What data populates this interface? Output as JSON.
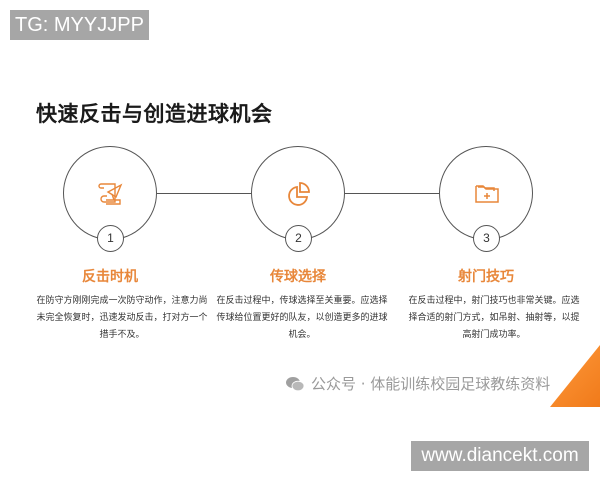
{
  "overlay": {
    "top_tag": "TG: MYYJJPP",
    "bottom_tag": "www.diancekt.com"
  },
  "page": {
    "title": "快速反击与创造进球机会"
  },
  "steps": [
    {
      "number": "1",
      "icon": "scroll-paper-plane-icon",
      "title": "反击时机",
      "desc": "在防守方刚刚完成一次防守动作，注意力尚未完全恢复时，迅速发动反击，打对方一个措手不及。"
    },
    {
      "number": "2",
      "icon": "pie-chart-icon",
      "title": "传球选择",
      "desc": "在反击过程中，传球选择至关重要。应选择传球给位置更好的队友，以创造更多的进球机会。"
    },
    {
      "number": "3",
      "icon": "folder-add-icon",
      "title": "射门技巧",
      "desc": "在反击过程中，射门技巧也非常关键。应选择合适的射门方式，如吊射、抽射等，以提高射门成功率。"
    }
  ],
  "watermark": {
    "icon": "wechat-icon",
    "text": "公众号 · 体能训练校园足球教练资料"
  },
  "colors": {
    "accent": "#e8873a",
    "line": "#555555",
    "tag_bg": "#a6a6a6"
  }
}
